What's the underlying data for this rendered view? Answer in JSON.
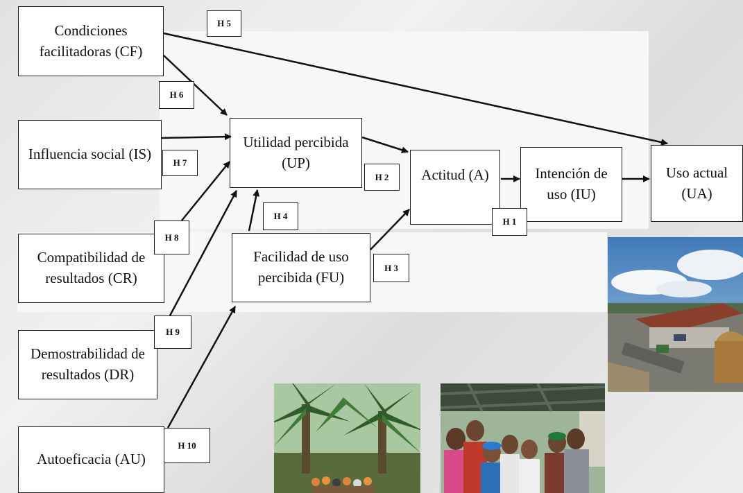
{
  "constructs": {
    "cf": "Condiciones facilitadoras (CF)",
    "is": "Influencia social (IS)",
    "cr": "Compatibilidad de resultados (CR)",
    "dr": "Demostrabilidad de resultados (DR)",
    "au": "Autoeficacia (AU)",
    "up": "Utilidad percibida (UP)",
    "fu": "Facilidad de uso percibida (FU)",
    "a": "Actitud (A)",
    "iu": "Intención de uso (IU)",
    "ua": "Uso actual (UA)"
  },
  "hypotheses": {
    "h1": "H 1",
    "h2": "H 2",
    "h3": "H 3",
    "h4": "H 4",
    "h5": "H 5",
    "h6": "H 6",
    "h7": "H 7",
    "h8": "H 8",
    "h9": "H 9",
    "h10": "H 10"
  },
  "colors": {
    "line": "#111111",
    "box_border": "#1a1a1a",
    "box_fill": "#ffffff"
  }
}
